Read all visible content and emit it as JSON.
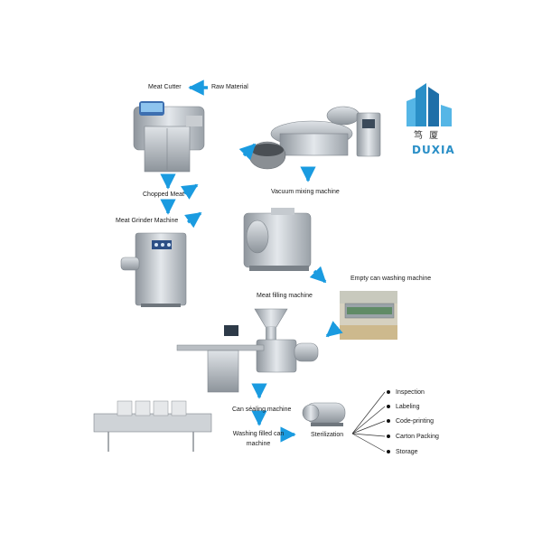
{
  "brand": {
    "name": "DUXIA",
    "cn": "笃 厦",
    "color": "#2a8fc7"
  },
  "accent": "#1a9be0",
  "labels": {
    "raw_material": "Raw Material",
    "meat_cutter": "Meat Cutter",
    "chopped_meat": "Chopped Meat",
    "meat_grinder": "Meat Grinder Machine",
    "vacuum_mixing": "Vacuum mixing machine",
    "empty_can_washing": "Empty can washing machine",
    "meat_filling": "Meat filling machine",
    "can_sealing": "Can séaling machine",
    "washing_filled_1": "Washing filled can",
    "washing_filled_2": "machine",
    "sterilization": "Sterilization"
  },
  "outputs": [
    "Inspection",
    "Labeling",
    "Code-printing",
    "Carton Packing",
    "Storage"
  ]
}
